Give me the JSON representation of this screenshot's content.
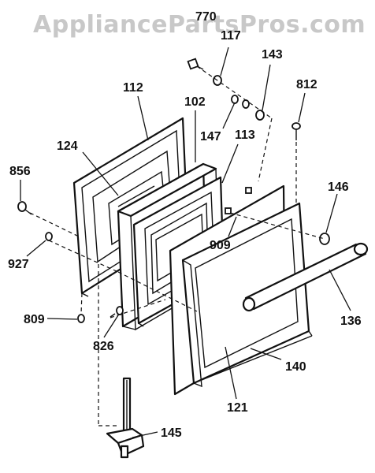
{
  "watermark": "AppliancePartsPros.com",
  "labels": {
    "p770": "770",
    "p117": "117",
    "p143": "143",
    "p812": "812",
    "p112": "112",
    "p102": "102",
    "p124": "124",
    "p113": "113",
    "p147": "147",
    "p856": "856",
    "p146": "146",
    "p909": "909",
    "p927": "927",
    "p809": "809",
    "p826": "826",
    "p136": "136",
    "p140": "140",
    "p121": "121",
    "p145": "145"
  }
}
